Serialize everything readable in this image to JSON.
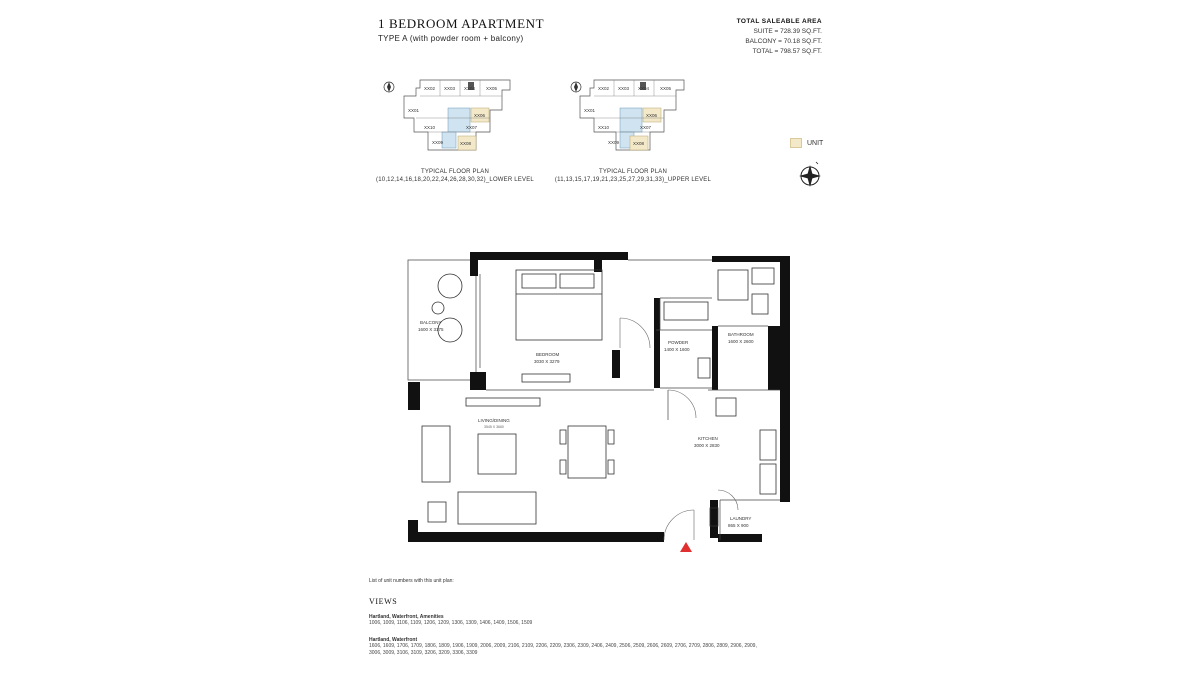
{
  "header": {
    "title": "1 BEDROOM APARTMENT",
    "subtitle": "TYPE A (with powder room + balcony)"
  },
  "area": {
    "heading": "TOTAL SALEABLE AREA",
    "suite": "SUITE = 728.39 SQ.FT.",
    "balcony": "BALCONY = 70.18 SQ.FT.",
    "total": "TOTAL = 798.57 SQ.FT."
  },
  "keyplans": [
    {
      "caption_line1": "TYPICAL FLOOR PLAN",
      "caption_line2": "(10,12,14,16,18,20,22,24,26,28,30,32)_LOWER LEVEL",
      "units": [
        "XX02",
        "XX03",
        "XX04",
        "XX05",
        "XX01",
        "XX06",
        "XX10",
        "XX07",
        "XX09",
        "XX08"
      ]
    },
    {
      "caption_line1": "TYPICAL FLOOR PLAN",
      "caption_line2": "(11,13,15,17,19,21,23,25,27,29,31,33)_UPPER LEVEL",
      "units": [
        "XX02",
        "XX03",
        "XX04",
        "XX05",
        "XX01",
        "XX06",
        "XX10",
        "XX07",
        "XX09",
        "XX08"
      ]
    }
  ],
  "legend": {
    "unit_label": "UNIT",
    "unit_color": "#f3e9c9"
  },
  "rooms": {
    "balcony": {
      "name": "BALCONY",
      "dims": "1600 X 3175"
    },
    "bedroom": {
      "name": "BEDROOM",
      "dims": "3030 X 3279"
    },
    "bathroom": {
      "name": "BATHROOM",
      "dims": "1600 X 2600"
    },
    "powder": {
      "name": "POWDER",
      "dims": "1400 X 1600"
    },
    "living": {
      "name": "LIVING/DINING",
      "dims": "3545 X 3660"
    },
    "kitchen": {
      "name": "KITCHEN",
      "dims": "3000 X 2830"
    },
    "laundry": {
      "name": "LAUNDRY",
      "dims": "865 X 900"
    }
  },
  "notes": {
    "unit_list_intro": "List of unit numbers with this unit plan:"
  },
  "views": {
    "heading": "VIEWS",
    "groups": [
      {
        "title": "Hartland, Waterfront, Amenities",
        "units": "1006, 1009, 1106, 1109, 1206, 1209, 1306, 1309, 1406, 1409, 1506, 1509"
      },
      {
        "title": "Hartland, Waterfront",
        "units": "1606, 1609, 1706, 1709, 1806, 1809, 1906, 1909, 2006, 2009, 2106, 2109, 2206, 2209, 2306, 2309, 2406, 2409, 2506, 2509, 2606, 2609, 2706, 2709, 2806, 2809, 2906, 2909, 3006, 3009, 3106, 3109, 3206, 3209, 3306, 3309"
      }
    ]
  },
  "colors": {
    "wall": "#111111",
    "highlight_blue": "#cfe3f1",
    "highlight_unit": "#f3e9c9",
    "entry_marker": "#e03030"
  }
}
